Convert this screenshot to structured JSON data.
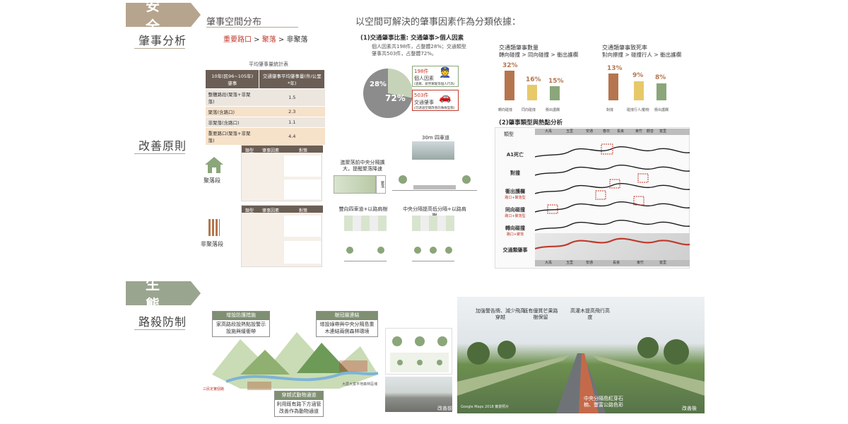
{
  "sections": {
    "safety_tag": "安 全",
    "safety_sub": "肇事分析",
    "improve_sub": "改善原則",
    "eco_tag": "生 態",
    "eco_sub": "路殺防制"
  },
  "spatial": {
    "title": "肇事空間分布",
    "order_a": "重要路口",
    "gt1": " > ",
    "order_b": "聚落",
    "gt2": " > ",
    "order_c": "非聚落",
    "table_caption": "平均肇事量統計表",
    "table_headers": [
      "10年(民96~105年) 肇事",
      "交通肇事平均肇事量(件/公里*年)"
    ],
    "table_rows": [
      [
        "整體路段(聚落+非聚落)",
        "1.5"
      ],
      [
        "聚落(含路口)",
        "2.3"
      ],
      [
        "非聚落(含路口)",
        "1.1"
      ],
      [
        "重要路口(聚落+非聚落)",
        "4.4"
      ]
    ]
  },
  "basis": {
    "title": "以空間可解決的肇事因素作為分類依據：",
    "sub1": "(1)交通肇事比重: 交通肇事>個人因素",
    "desc": "個人因素共198件，占整體28%；交通類型肇事共503件，占整體72%。",
    "pie_small": "28%",
    "pie_large": "72%",
    "box1_count": "198件",
    "box1_label": "個人因素",
    "box1_note": "(酒駕、疲勞駕駛等個人行為)",
    "box2_count": "503件",
    "box2_label": "交通肇事",
    "box2_note": "(可透過空間改善的事故型態)"
  },
  "count_chart": {
    "title": "交通類肇事數量",
    "subtitle": "轉向碰撞 > 同向碰撞 > 衝出護欄",
    "values": [
      "32%",
      "16%",
      "15%"
    ],
    "labels": [
      "轉向碰撞",
      "同向碰撞",
      "衝出護欄"
    ]
  },
  "death_chart": {
    "title": "交通類肇事致死率",
    "subtitle": "對向擦撞 > 碰撞行人 > 衝出護欄",
    "values": [
      "13%",
      "9%",
      "8%"
    ],
    "labels": [
      "對撞",
      "碰撞行人/動物",
      "衝出護欄"
    ]
  },
  "hotspot": {
    "title": "(2)肇事類型與熱點分析",
    "col_label": "類型",
    "rows": [
      "A1死亡",
      "對撞",
      "衝出護欄",
      "同向碰撞",
      "轉向碰撞",
      "交通類肇事"
    ],
    "row_subs": [
      "",
      "",
      "路口+聚落型",
      "路口+聚落型",
      "路口+聚落",
      ""
    ],
    "top_axis": [
      "大禹",
      "玉里",
      "安通",
      "春日",
      "長良",
      "東竹",
      "觀音",
      "富里"
    ],
    "bottom_axis": [
      "大禹",
      "玉里",
      "安通",
      "長良",
      "東竹",
      "富里"
    ]
  },
  "principle": {
    "settle_label": "聚落段",
    "nonsettle_label": "非聚落段",
    "road_title": "30m 四車道",
    "settle_note": "進聚落前中央分隔擴大，提醒聚落降速",
    "settle_tag": "聚落",
    "non_left": "雙向四車道+以路肩樹",
    "non_right": "中央分隔提高低分隔+以路肩樹",
    "table_headers": [
      "類型",
      "肇事因素",
      "對策"
    ]
  },
  "eco": {
    "c1_head": "增設防護措施",
    "c1_body": "家高路段設熱點設警示設施與緩衝帶",
    "c2_head": "樹冠層連結",
    "c2_body": "增設綠帶與中央分隔島重木連結兩側森林環境",
    "c3_head": "穿越式動物通道",
    "c3_body": "利用既有路下方涵管改善作為動物通道",
    "map_note1": "三民定實個路",
    "map_note2": "大農大富平地森林區塊",
    "before": "改善前",
    "after": "改善後",
    "p1": "加強警告牌、減少飛高穿越",
    "p2": "既有優質芒果路樹保留",
    "p3": "高灌木提高飛行高度",
    "p4": "中央分隔島紅芽石楠、豐富公路色彩",
    "credit": "Google Maps 2018 實景照片"
  },
  "colors": {
    "tag_brown": "#b7a48e",
    "tag_green": "#9aa58f",
    "accent_red": "#c0392b",
    "bar_brown": "#b5754f",
    "bar_yellow": "#e7c96a",
    "bar_green": "#8ba67a"
  }
}
